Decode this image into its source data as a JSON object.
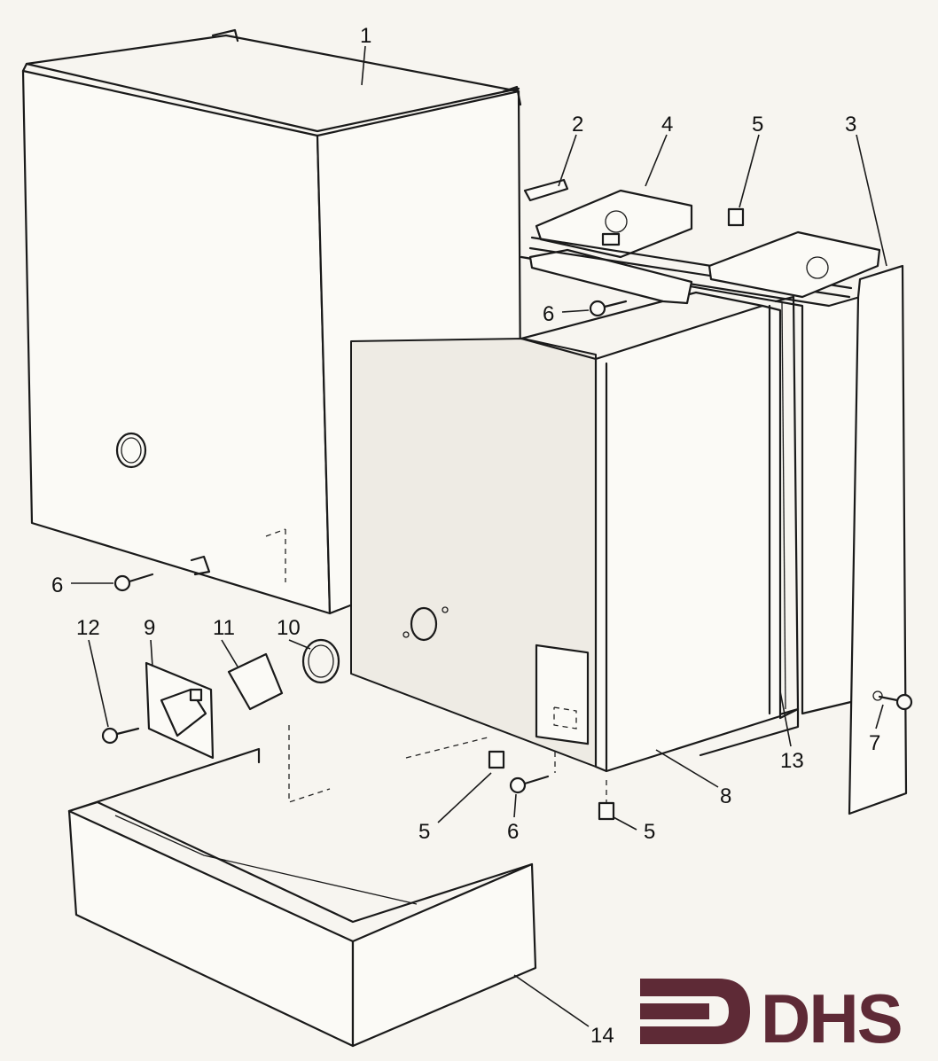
{
  "callouts": {
    "c1": "1",
    "c2": "2",
    "c3": "3",
    "c4": "4",
    "c5_top": "5",
    "c5_bottom_left": "5",
    "c5_bottom_right": "5",
    "c6_top": "6",
    "c6_left": "6",
    "c6_bottom": "6",
    "c7": "7",
    "c8": "8",
    "c9": "9",
    "c10": "10",
    "c11": "11",
    "c12": "12",
    "c13": "13",
    "c14": "14"
  },
  "logo": {
    "text": "DHS",
    "color": "#5e2a36"
  }
}
